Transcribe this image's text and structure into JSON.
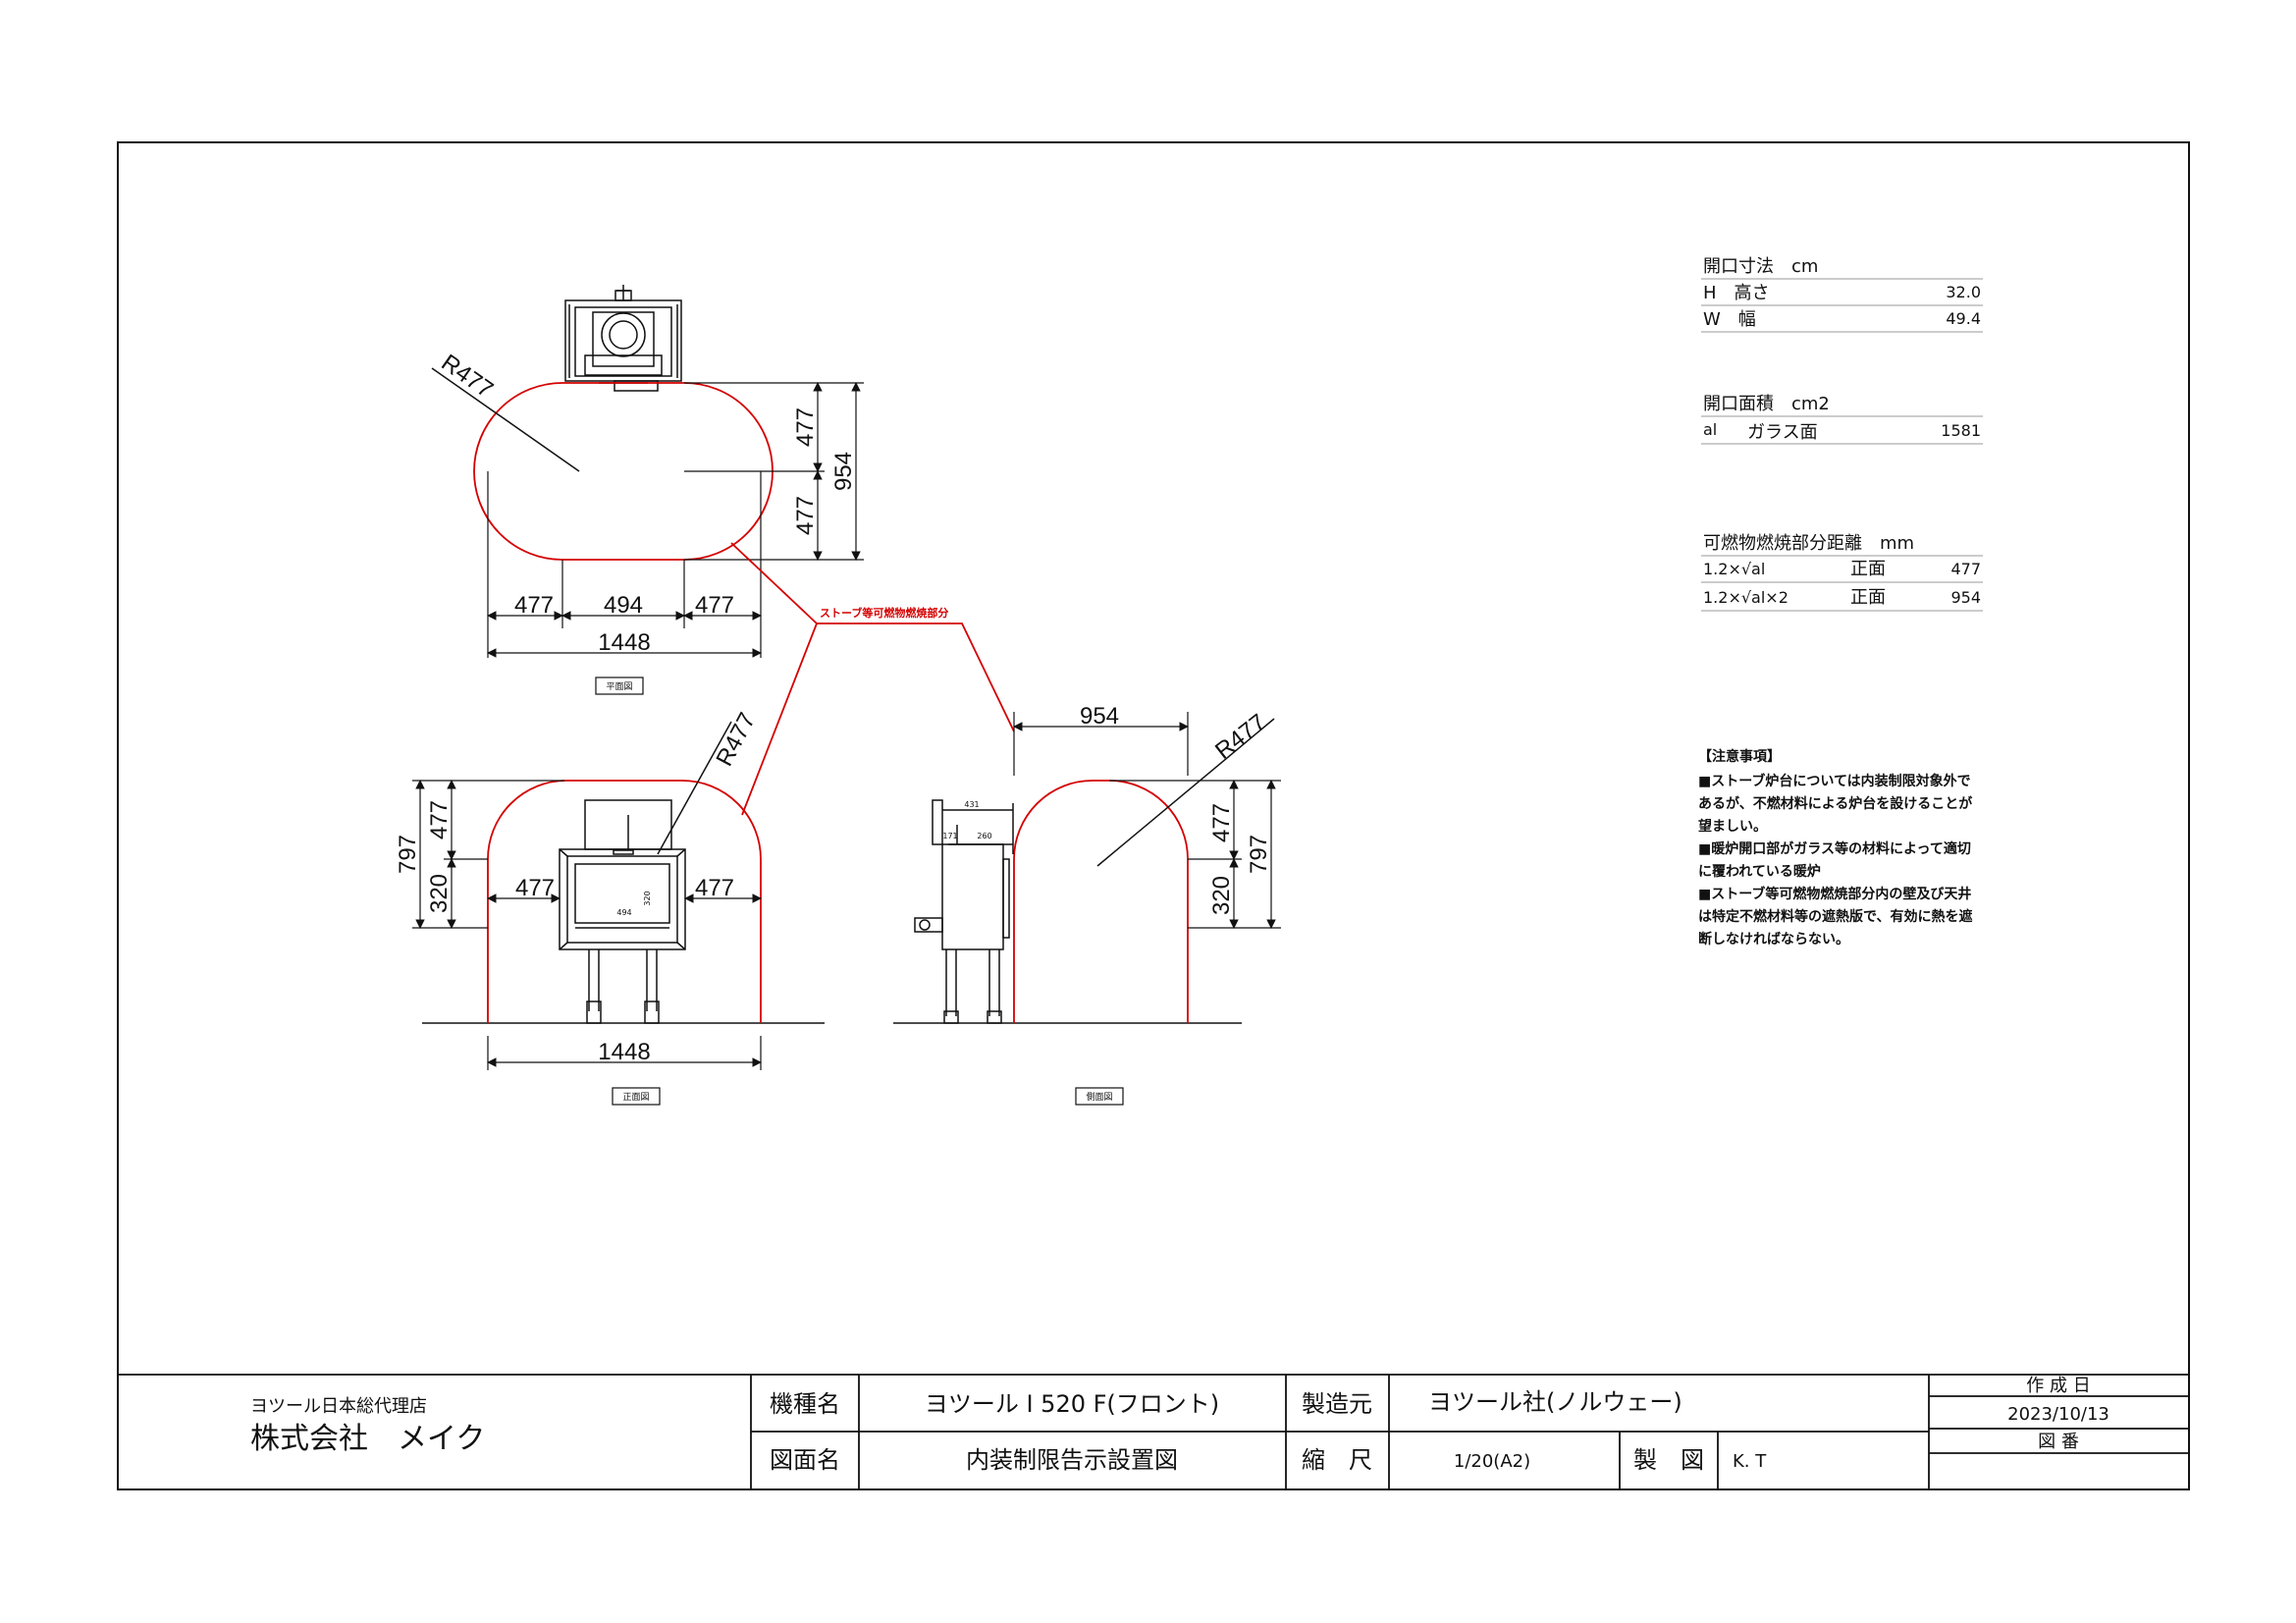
{
  "colors": {
    "line": "#111111",
    "clearance": "#d40000",
    "background": "#ffffff"
  },
  "plan": {
    "radius_label": "R477",
    "dim_477_left": "477",
    "dim_494": "494",
    "dim_477_right": "477",
    "dim_1448": "1448",
    "dim_477_top": "477",
    "dim_477_bottom": "477",
    "dim_954": "954",
    "view_label": "平面図"
  },
  "front": {
    "radius_label": "R477",
    "dim_797": "797",
    "dim_477": "477",
    "dim_320": "320",
    "dim_477_left": "477",
    "dim_477_right": "477",
    "dim_1448": "1448",
    "inner_494": "494",
    "inner_320": "320",
    "view_label": "正面図"
  },
  "side": {
    "radius_label": "R477",
    "dim_954": "954",
    "dim_477": "477",
    "dim_320": "320",
    "dim_797": "797",
    "inner_431": "431",
    "inner_171": "171",
    "inner_260": "260",
    "view_label": "側面図"
  },
  "clearance_label": "ストーブ等可燃物燃焼部分",
  "specs": {
    "opening": {
      "title": "開口寸法　cm",
      "rows": [
        {
          "label": "H　高さ",
          "value": "32.0"
        },
        {
          "label": "W　幅",
          "value": "49.4"
        }
      ]
    },
    "area": {
      "title": "開口面積　cm2",
      "prefix": "al",
      "label": "ガラス面",
      "value": "1581"
    },
    "distance": {
      "title": "可燃物燃焼部分距離　mm",
      "rows": [
        {
          "formula": "1.2×√al",
          "label": "正面",
          "value": "477"
        },
        {
          "formula": "1.2×√al×2",
          "label": "正面",
          "value": "954"
        }
      ]
    }
  },
  "notes": {
    "title": "【注意事項】",
    "lines": [
      "■ストーブ炉台については内装制限対象外で",
      "あるが、不燃材料による炉台を設けることが",
      "望ましい。",
      "■暖炉開口部がガラス等の材料によって適切",
      "に覆われている暖炉",
      "■ストーブ等可燃物燃焼部分内の壁及び天井",
      "は特定不燃材料等の遮熱版で、有効に熱を遮",
      "断しなければならない。"
    ]
  },
  "title_block": {
    "company_sub": "ヨツール日本総代理店",
    "company_main": "株式会社　メイク",
    "model_label": "機種名",
    "model_value": "ヨツール I 520 F(フロント)",
    "maker_label": "製造元",
    "maker_value": "ヨツール社(ノルウェー)",
    "created_label": "作 成 日",
    "created_value": "2023/10/13",
    "drawing_label": "図面名",
    "drawing_value": "内装制限告示設置図",
    "scale_label": "縮　尺",
    "scale_value": "1/20(A2)",
    "drafter_label": "製　図",
    "drafter_value": "K. T",
    "drawing_no_label": "図 番",
    "drawing_no_value": ""
  }
}
